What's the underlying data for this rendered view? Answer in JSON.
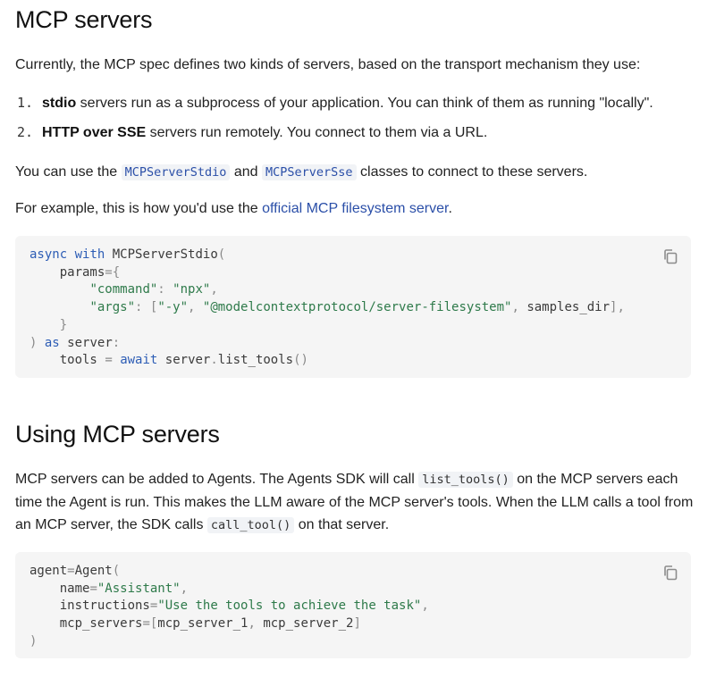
{
  "section1": {
    "title": "MCP servers",
    "intro": "Currently, the MCP spec defines two kinds of servers, based on the transport mechanism they use:",
    "list": [
      {
        "num": "1.",
        "bold": "stdio",
        "text": " servers run as a subprocess of your application. You can think of them as running \"locally\"."
      },
      {
        "num": "2.",
        "bold": "HTTP over SSE",
        "text": " servers run remotely. You connect to them via a URL."
      }
    ],
    "use_text_1": "You can use the ",
    "use_code_1": "MCPServerStdio",
    "use_text_2": " and ",
    "use_code_2": "MCPServerSse",
    "use_text_3": " classes to connect to these servers.",
    "example_text_1": "For example, this is how you'd use the ",
    "example_link": "official MCP filesystem server",
    "example_text_2": ".",
    "code": {
      "l1_kw1": "async",
      "l1_kw2": "with",
      "l1_rest": "MCPServerStdio",
      "l2": "params",
      "l3_key": "\"command\"",
      "l3_val": "\"npx\"",
      "l4_key": "\"args\"",
      "l4_v1": "\"-y\"",
      "l4_v2": "\"@modelcontextprotocol/server-filesystem\"",
      "l4_v3": "samples_dir",
      "l6_kw": "as",
      "l6_rest": "server",
      "l7_a": "tools",
      "l7_kw": "await",
      "l7_b": "server",
      "l7_c": "list_tools"
    }
  },
  "section2": {
    "title": "Using MCP servers",
    "p1": "MCP servers can be added to Agents. The Agents SDK will call ",
    "p1_code1": "list_tools()",
    "p2": " on the MCP servers each time the Agent is run. This makes the LLM aware of the MCP server's tools. When the LLM calls a tool from an MCP server, the SDK calls ",
    "p2_code2": "call_tool()",
    "p3": " on that server.",
    "code": {
      "l1_a": "agent",
      "l1_b": "Agent",
      "l2_key": "name",
      "l2_val": "\"Assistant\"",
      "l3_key": "instructions",
      "l3_val": "\"Use the tools to achieve the task\"",
      "l4_key": "mcp_servers",
      "l4_v1": "mcp_server_1",
      "l4_v2": "mcp_server_2"
    }
  },
  "icons": {
    "copy": "copy-icon"
  }
}
